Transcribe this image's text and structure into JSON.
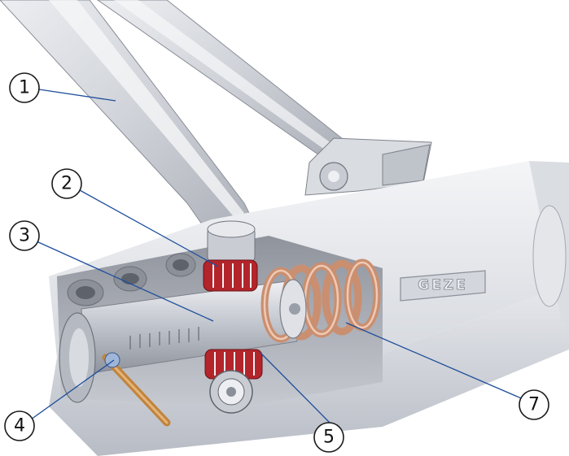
{
  "brand": {
    "text": "GEZE"
  },
  "callouts": [
    {
      "label": "1",
      "part": "arm"
    },
    {
      "label": "2",
      "part": "pinion-upper"
    },
    {
      "label": "3",
      "part": "rack"
    },
    {
      "label": "4",
      "part": "valve"
    },
    {
      "label": "5",
      "part": "pinion-lower"
    },
    {
      "label": "7",
      "part": "spring"
    }
  ],
  "colors": {
    "metal_light": "#e9ebef",
    "metal_mid": "#c9ccd3",
    "metal_dark": "#9a9ea8",
    "shadow": "#7d8089",
    "leader": "#1e4f9c",
    "spring": "#c98f70",
    "gear_red": "#b3242b",
    "valve_brass": "#c0843c"
  }
}
